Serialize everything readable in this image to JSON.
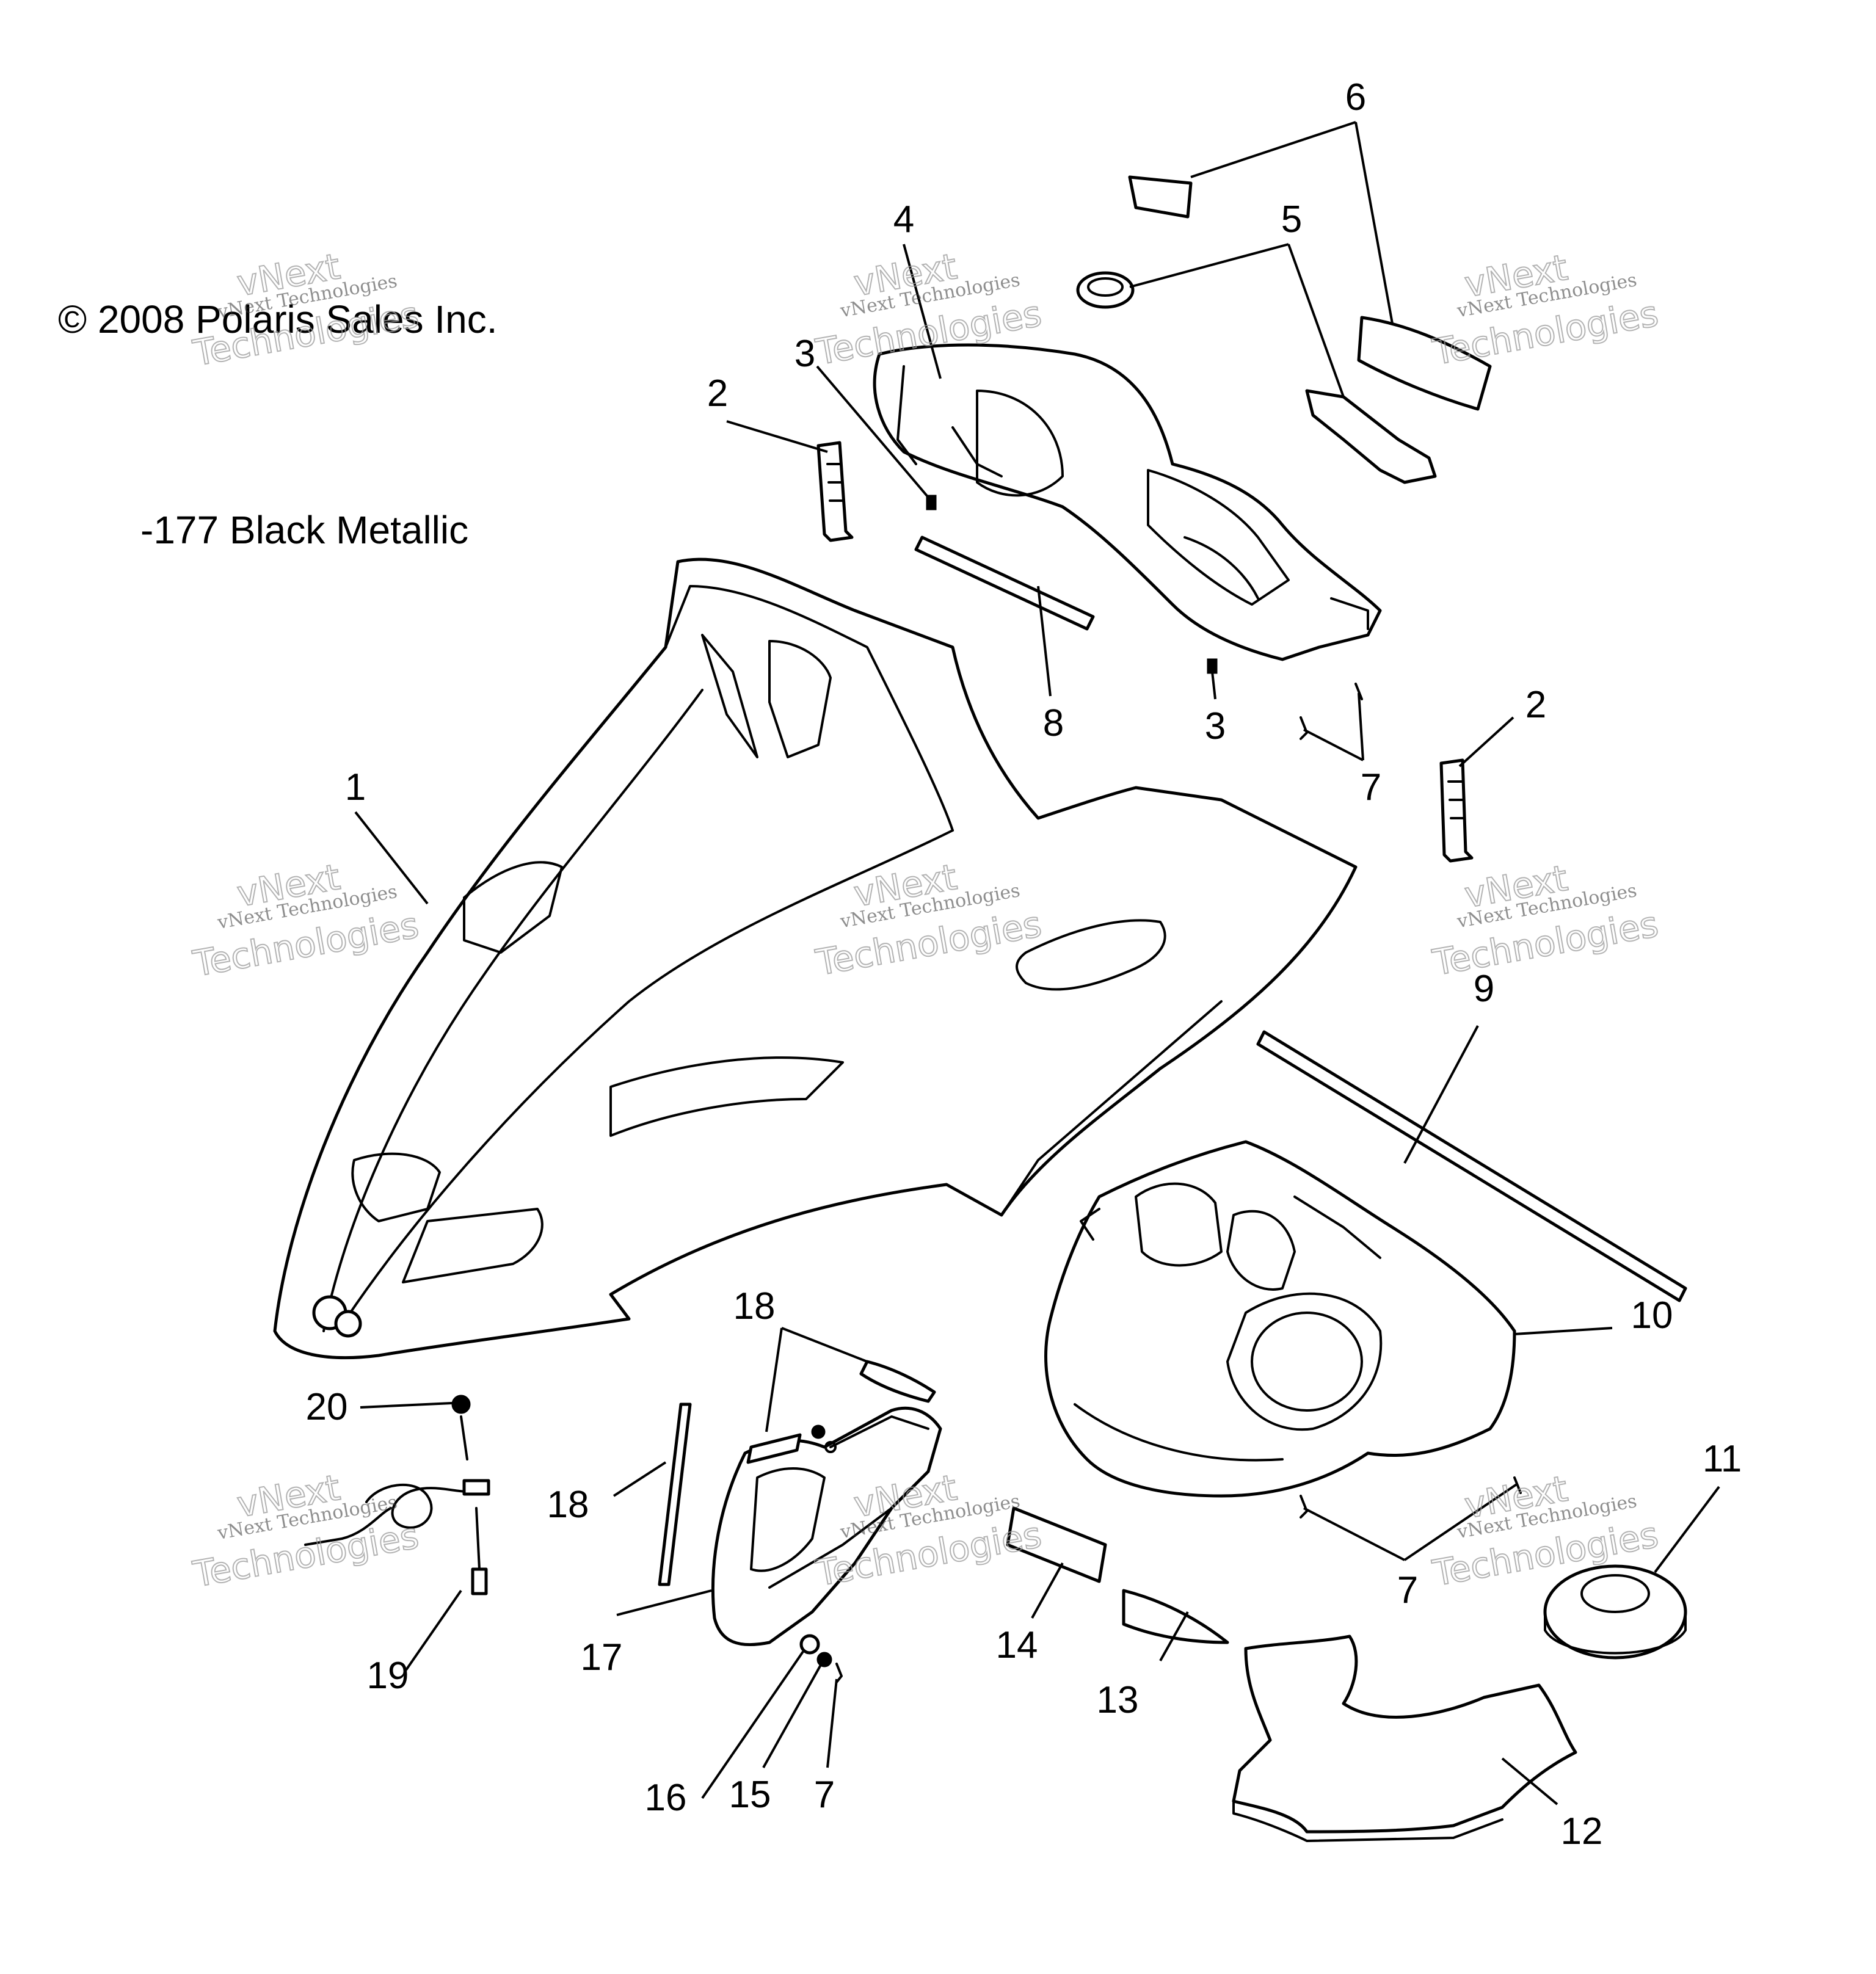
{
  "copyright": "© 2008 Polaris Sales Inc.",
  "color_note": "-177 Black Metallic",
  "watermark": {
    "small": "vNext Technologies",
    "big_top": "vNext",
    "big_bottom": "Technologies"
  },
  "callouts": {
    "c1": "1",
    "c2a": "2",
    "c2b": "2",
    "c3a": "3",
    "c3b": "3",
    "c4": "4",
    "c5": "5",
    "c6": "6",
    "c7a": "7",
    "c7b": "7",
    "c7c": "7",
    "c8": "8",
    "c9": "9",
    "c10": "10",
    "c11": "11",
    "c12": "12",
    "c13": "13",
    "c14": "14",
    "c15": "15",
    "c16": "16",
    "c17": "17",
    "c18a": "18",
    "c18b": "18",
    "c19": "19",
    "c20": "20"
  }
}
